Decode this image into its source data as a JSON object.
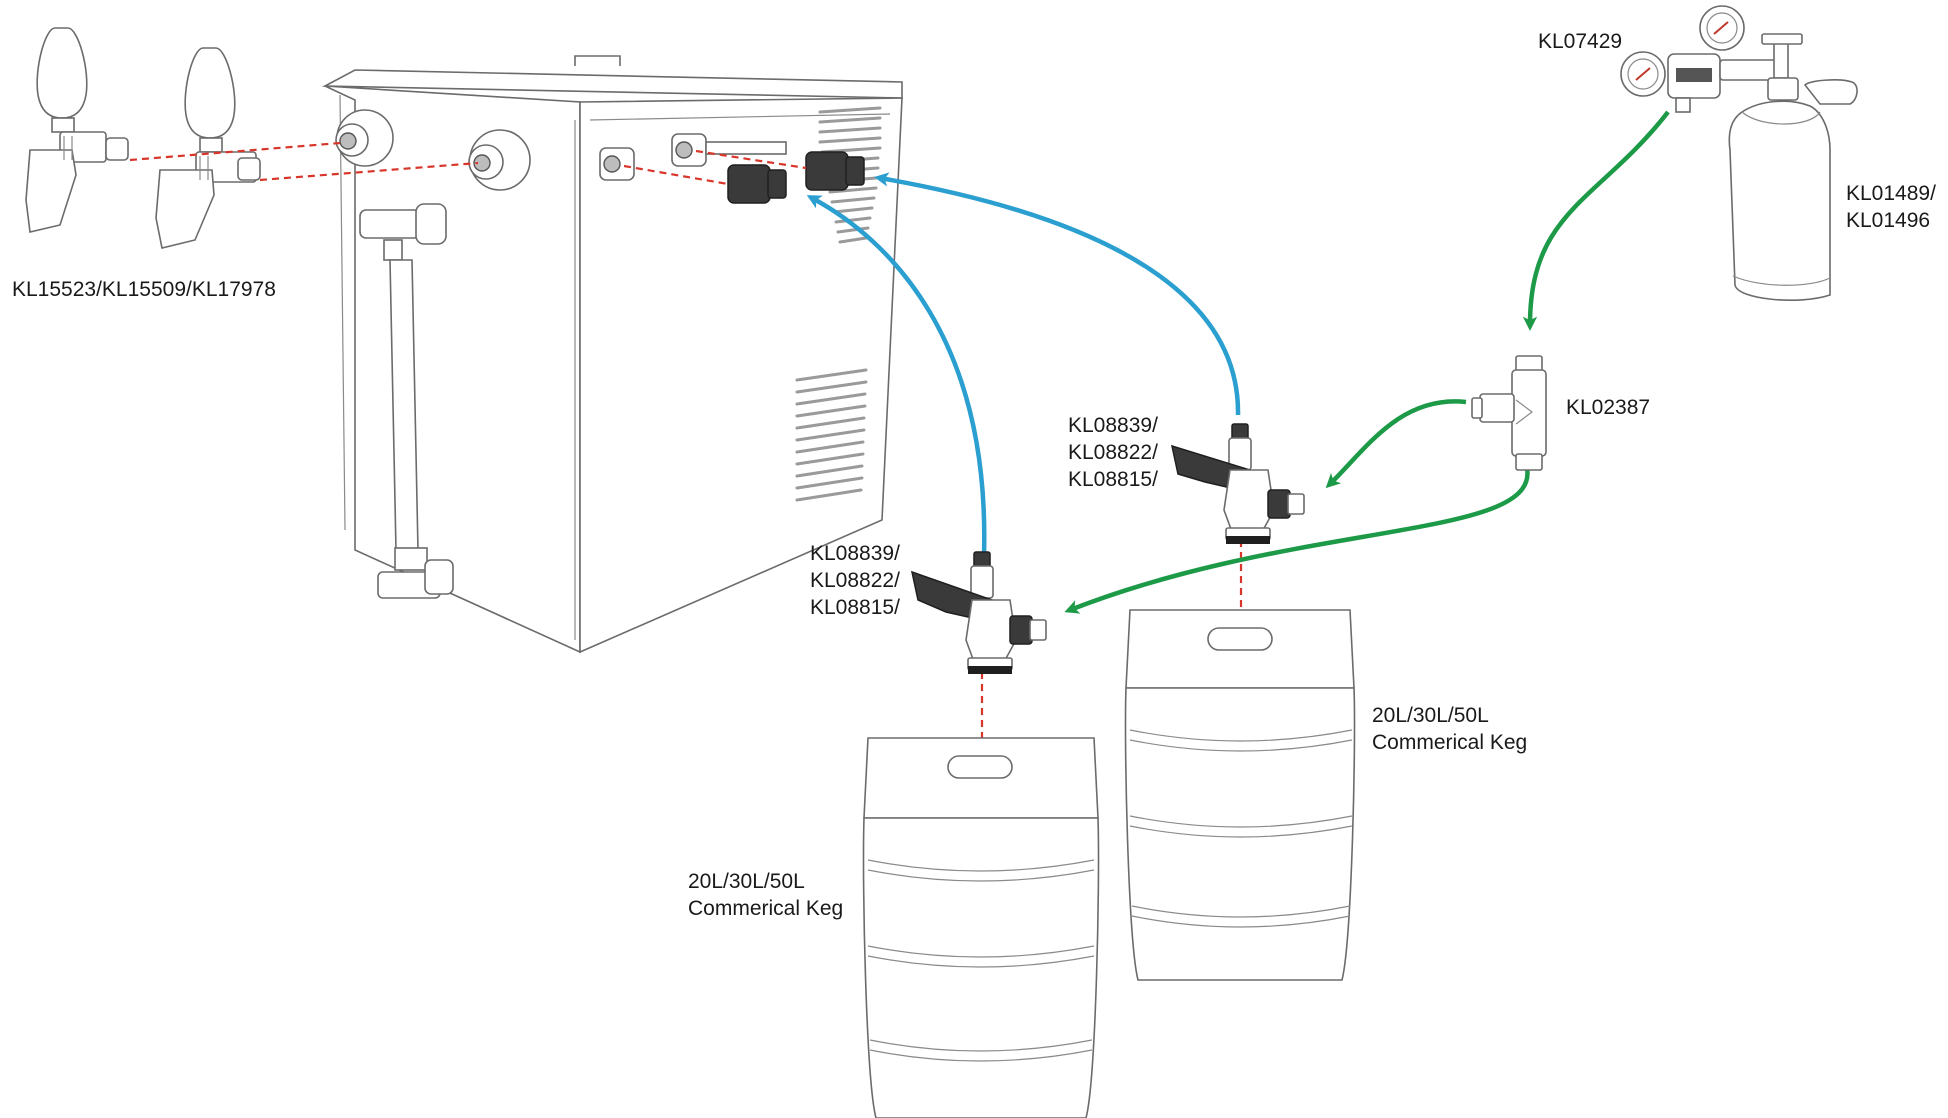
{
  "colors": {
    "beer_line": "#2a9fd0",
    "gas_line": "#1d9a48",
    "connection": "#d9362b",
    "outline": "#6b6b6b",
    "text": "#1a1a1a"
  },
  "labels": {
    "taps": "KL15523/KL15509/KL17978",
    "regulator": "KL07429",
    "cylinder": [
      "KL01489/",
      "KL01496"
    ],
    "tee": "KL02387",
    "coupler_right": [
      "KL08839/",
      "KL08822/",
      "KL08815/"
    ],
    "coupler_left": [
      "KL08839/",
      "KL08822/",
      "KL08815/"
    ],
    "keg_right": [
      "20L/30L/50L",
      "Commerical Keg"
    ],
    "keg_left": [
      "20L/30L/50L",
      "Commerical Keg"
    ]
  },
  "icons": {
    "taps": "beer-tap-icon",
    "cooler": "beer-cooler-icon",
    "regulator": "co2-regulator-icon",
    "cylinder": "co2-cylinder-icon",
    "tee": "tee-splitter-icon",
    "couplers": "keg-coupler-icon",
    "kegs": "commercial-keg-icon"
  }
}
